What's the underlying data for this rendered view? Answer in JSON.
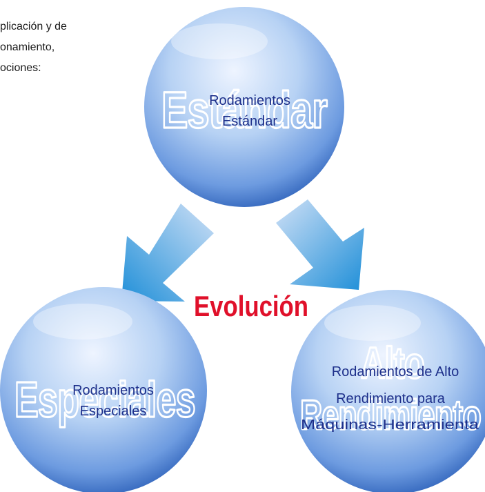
{
  "intro_lines": [
    "plicación y de",
    "onamiento,",
    "ociones:"
  ],
  "center_label": "Evolución",
  "nodes": {
    "standard": {
      "watermark": "Estándar",
      "label_lines": [
        "Rodamientos",
        "Estándar"
      ]
    },
    "special": {
      "watermark": "Especiales",
      "label_lines": [
        "Rodamientos",
        "Especiales"
      ]
    },
    "high_performance": {
      "watermark_lines": [
        "Alto",
        "Rendimiento"
      ],
      "label_lines": [
        "Rodamientos de Alto",
        "Rendimiento para",
        "Máquinas-Herramienta"
      ]
    }
  },
  "colors": {
    "sphere_light": "#eef4ff",
    "sphere_mid": "#8fb6ec",
    "sphere_dark": "#2b5fb8",
    "arrow_light": "#cfe0f6",
    "arrow_dark": "#1f8fd8",
    "label": "#1d2f8a",
    "evolution": "#e0102a"
  }
}
